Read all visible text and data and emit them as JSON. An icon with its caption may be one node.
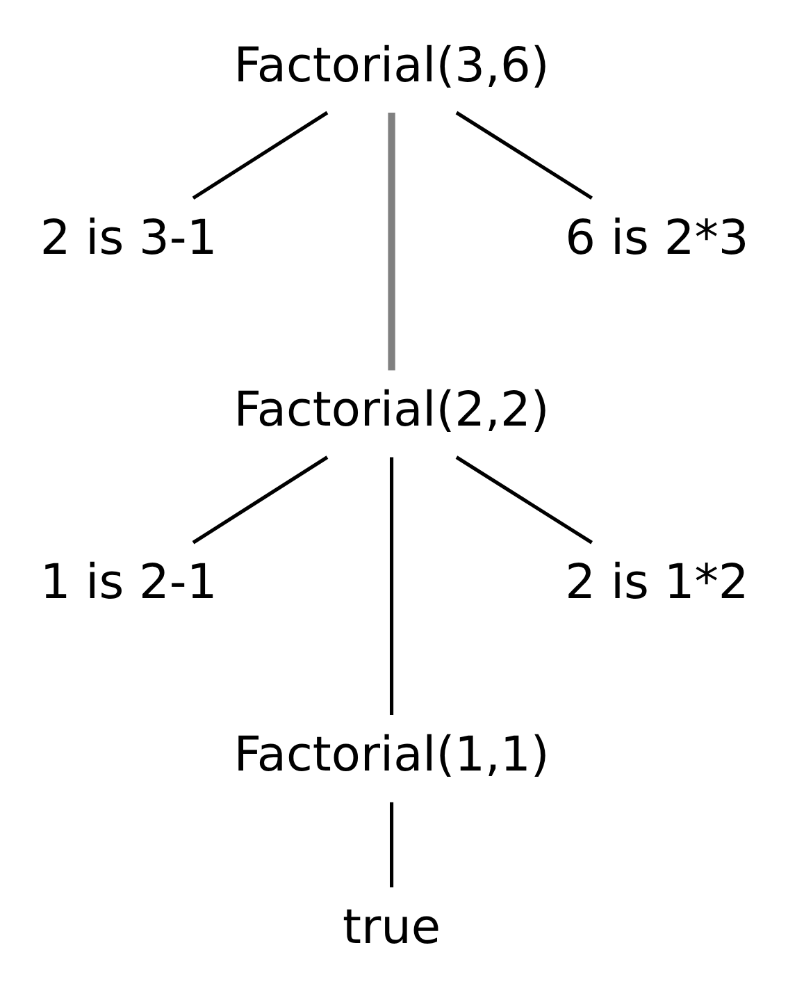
{
  "diagram": {
    "nodes": [
      {
        "text": [
          "Factorial(3,6)"
        ]
      },
      {
        "text": [
          "2 is 3-1"
        ]
      },
      {
        "text": [
          "6 is 2*3"
        ]
      },
      {
        "text": [
          "Factorial(2,2)"
        ]
      },
      {
        "text": [
          "1 is 2-1"
        ]
      },
      {
        "text": [
          "2 is 1*2"
        ]
      },
      {
        "text": [
          "Factorial(1,1)"
        ]
      },
      {
        "text": [
          "true"
        ]
      }
    ],
    "edges": [
      {
        "from": 0,
        "to": 1,
        "arrow": "none"
      },
      {
        "from": 0,
        "to": 3,
        "arrow": "none",
        "style": "thick",
        "color": "#808080"
      },
      {
        "from": 0,
        "to": 2,
        "arrow": "none"
      },
      {
        "from": 3,
        "to": 4,
        "arrow": "none"
      },
      {
        "from": 3,
        "to": 6,
        "arrow": "none"
      },
      {
        "from": 3,
        "to": 5,
        "arrow": "none"
      },
      {
        "from": 6,
        "to": 7,
        "arrow": "none"
      }
    ]
  }
}
